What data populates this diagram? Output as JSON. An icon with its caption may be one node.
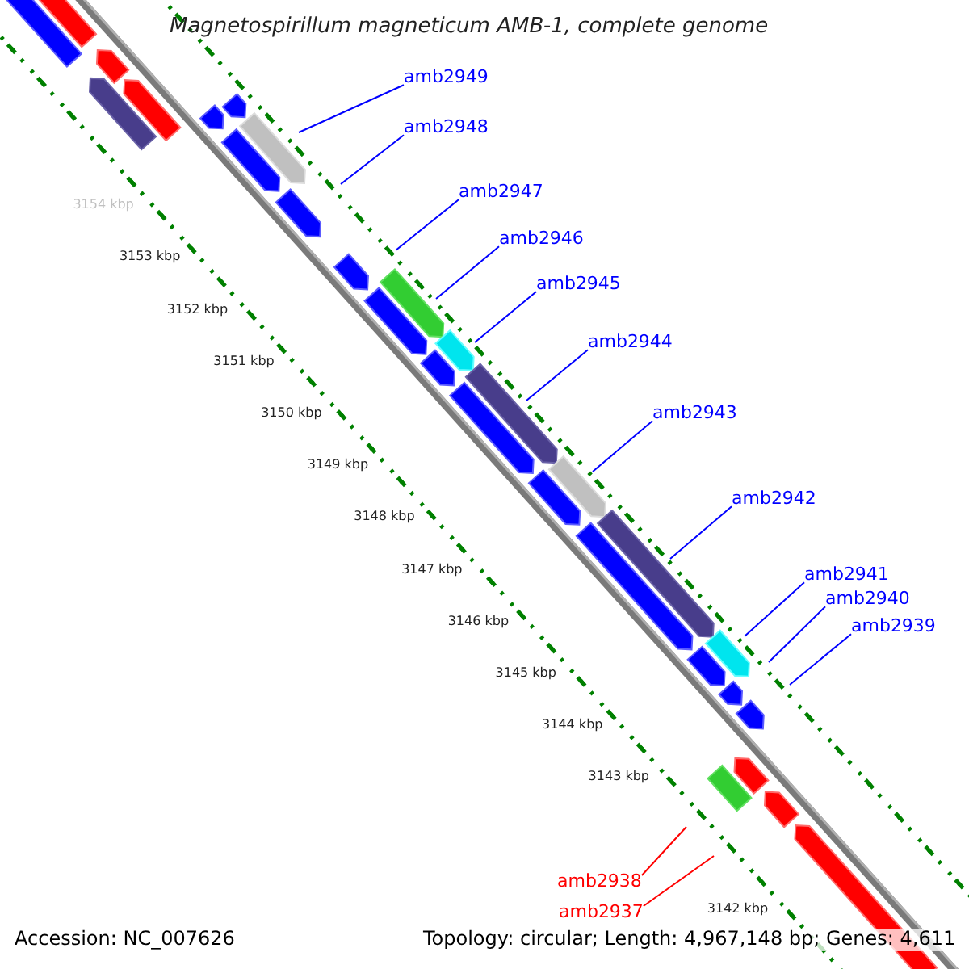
{
  "diagram": {
    "title": "Magnetospirillum magneticum AMB-1, complete genome",
    "nodes": [
      {
        "text": [
          "amb2949"
        ]
      },
      {
        "text": [
          "amb2948"
        ]
      },
      {
        "text": [
          "amb2947"
        ]
      },
      {
        "text": [
          "amb2946"
        ]
      },
      {
        "text": [
          "amb2945"
        ]
      },
      {
        "text": [
          "amb2944"
        ]
      },
      {
        "text": [
          "amb2943"
        ]
      },
      {
        "text": [
          "amb2942"
        ]
      },
      {
        "text": [
          "amb2941"
        ]
      },
      {
        "text": [
          "amb2940"
        ]
      },
      {
        "text": [
          "amb2939"
        ]
      },
      {
        "text": [
          "amb2938"
        ]
      },
      {
        "text": [
          "amb2937"
        ]
      }
    ],
    "edges": [
      {
        "from": 0,
        "to": null,
        "arrow": "none"
      },
      {
        "from": 1,
        "to": null,
        "arrow": "none"
      },
      {
        "from": 2,
        "to": null,
        "arrow": "none"
      },
      {
        "from": 3,
        "to": null,
        "arrow": "none"
      },
      {
        "from": 4,
        "to": null,
        "arrow": "none"
      },
      {
        "from": 5,
        "to": null,
        "arrow": "none"
      },
      {
        "from": 6,
        "to": null,
        "arrow": "none"
      },
      {
        "from": 7,
        "to": null,
        "arrow": "none"
      },
      {
        "from": 8,
        "to": null,
        "arrow": "none"
      },
      {
        "from": 9,
        "to": null,
        "arrow": "none"
      },
      {
        "from": 10,
        "to": null,
        "arrow": "none"
      },
      {
        "from": 11,
        "to": null,
        "arrow": "none",
        "color": "#ff0000"
      },
      {
        "from": 12,
        "to": null,
        "arrow": "none",
        "color": "#ff0000"
      }
    ],
    "labels": [
      "3154 kbp",
      "3153 kbp",
      "3152 kbp",
      "3151 kbp",
      "3150 kbp",
      "3149 kbp",
      "3148 kbp",
      "3147 kbp",
      "3146 kbp",
      "3145 kbp",
      "3144 kbp",
      "3143 kbp",
      "3142 kbp",
      "Accession: NC_007626",
      "Topology: circular; Length: 4,967,148 bp; Genes: 4,611"
    ]
  }
}
